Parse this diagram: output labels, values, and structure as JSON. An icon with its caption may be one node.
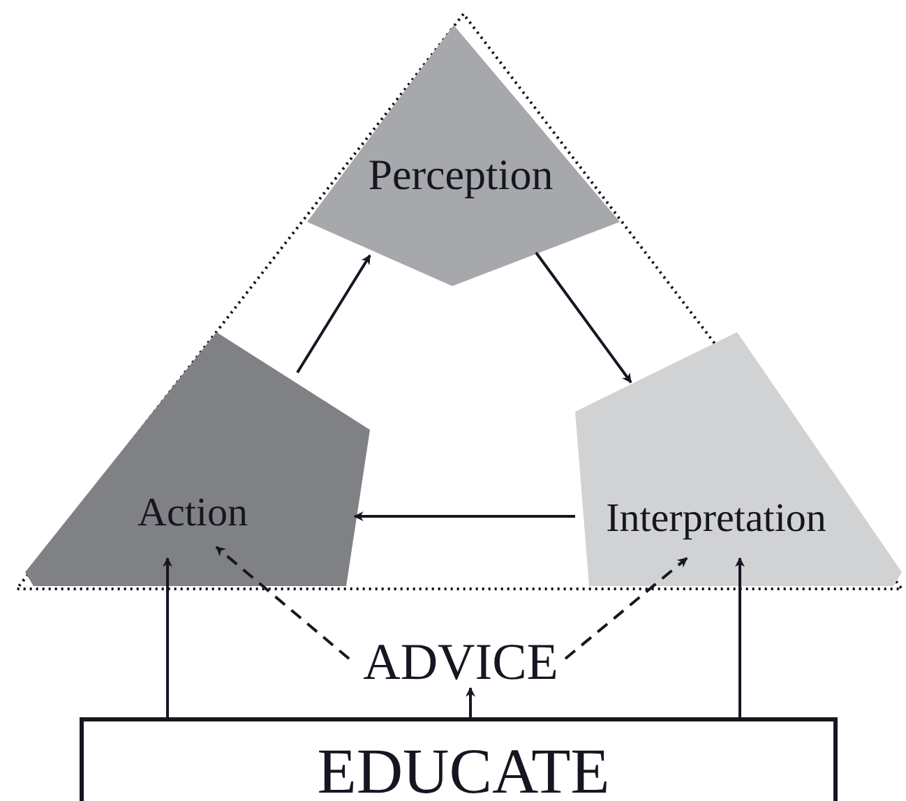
{
  "diagram": {
    "nodes": [
      {
        "text": [
          "Perception"
        ]
      },
      {
        "text": [
          "Action"
        ]
      },
      {
        "text": [
          "Interpretation"
        ]
      },
      {
        "text": [
          "ADVICE"
        ]
      },
      {
        "text": [
          "EDUCATE"
        ]
      }
    ],
    "edges": [
      {
        "from": 1,
        "to": 0,
        "arrow": "to"
      },
      {
        "from": 0,
        "to": 2,
        "arrow": "to"
      },
      {
        "from": 2,
        "to": 1,
        "arrow": "to"
      },
      {
        "from": 3,
        "to": 1,
        "arrow": "to",
        "style": "dashed"
      },
      {
        "from": 3,
        "to": 2,
        "arrow": "to",
        "style": "dashed"
      },
      {
        "from": 4,
        "to": 3,
        "arrow": "to"
      },
      {
        "from": 4,
        "to": 1,
        "arrow": "to"
      },
      {
        "from": 4,
        "to": 2,
        "arrow": "to"
      }
    ]
  }
}
